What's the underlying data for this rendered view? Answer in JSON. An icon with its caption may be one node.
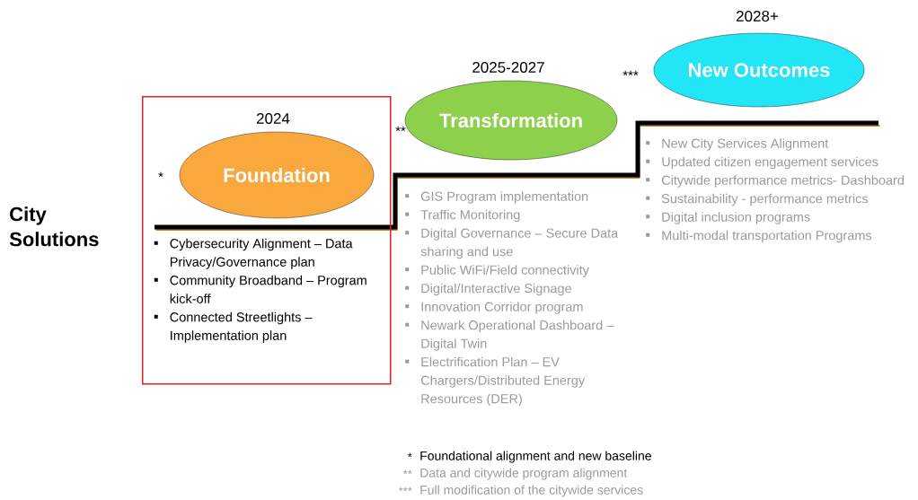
{
  "diagram": {
    "nodes": [
      {
        "text": [
          "Cybersecurity Alignment – Data Privacy/Governance plan",
          "Community Broadband – Program kick-off",
          "Connected Streetlights – Implementation plan"
        ]
      },
      {
        "text": [
          "Foundation"
        ],
        "in": 0,
        "beside": [
          "2024",
          "*"
        ]
      },
      {
        "text": [
          "Transformation"
        ],
        "beside": [
          "2025-2027",
          "**"
        ]
      },
      {
        "text": [
          "New Outcomes"
        ],
        "beside": [
          "2028+",
          "***"
        ]
      }
    ],
    "labels": [
      "City Solutions",
      "GIS Program implementation",
      "Traffic Monitoring",
      "Digital Governance – Secure Data sharing and use",
      "Public WiFi/Field connectivity",
      "Digital/Interactive Signage",
      "Innovation Corridor program",
      "Newark Operational Dashboard – Digital Twin",
      "Electrification Plan – EV Chargers/Distributed Energy Resources (DER)",
      "New City Services Alignment",
      "Updated citizen engagement services",
      "Citywide performance metrics- Dashboard",
      "Sustainability - performance metrics",
      "Digital inclusion programs",
      "Multi-modal transportation Programs",
      "*",
      "Foundational alignment and new baseline",
      "**",
      "Data and citywide program alignment",
      "***",
      "Full modification of the citywide services"
    ]
  }
}
